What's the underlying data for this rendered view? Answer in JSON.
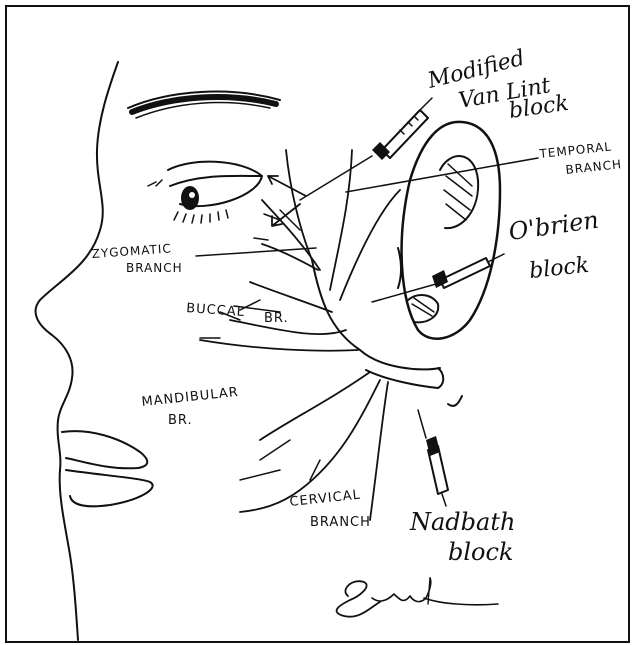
{
  "labels": {
    "modified_van_lint": [
      "Modified",
      "Van Lint",
      "block"
    ],
    "temporal": [
      "TEMPORAL",
      "BRANCH"
    ],
    "obrien": [
      "O'brien",
      "block"
    ],
    "zygomatic": [
      "ZYGOMATIC",
      "BRANCH"
    ],
    "buccal": [
      "BUCCAL",
      "BR."
    ],
    "mandibular": [
      "MANDIBULAR",
      "BR."
    ],
    "cervical": [
      "CERVICAL",
      "BRANCH"
    ],
    "nadbath": [
      "Nadbath",
      "block"
    ]
  },
  "signature": "Sramanth",
  "colors": {
    "ink": "#111111",
    "background": "#ffffff"
  }
}
